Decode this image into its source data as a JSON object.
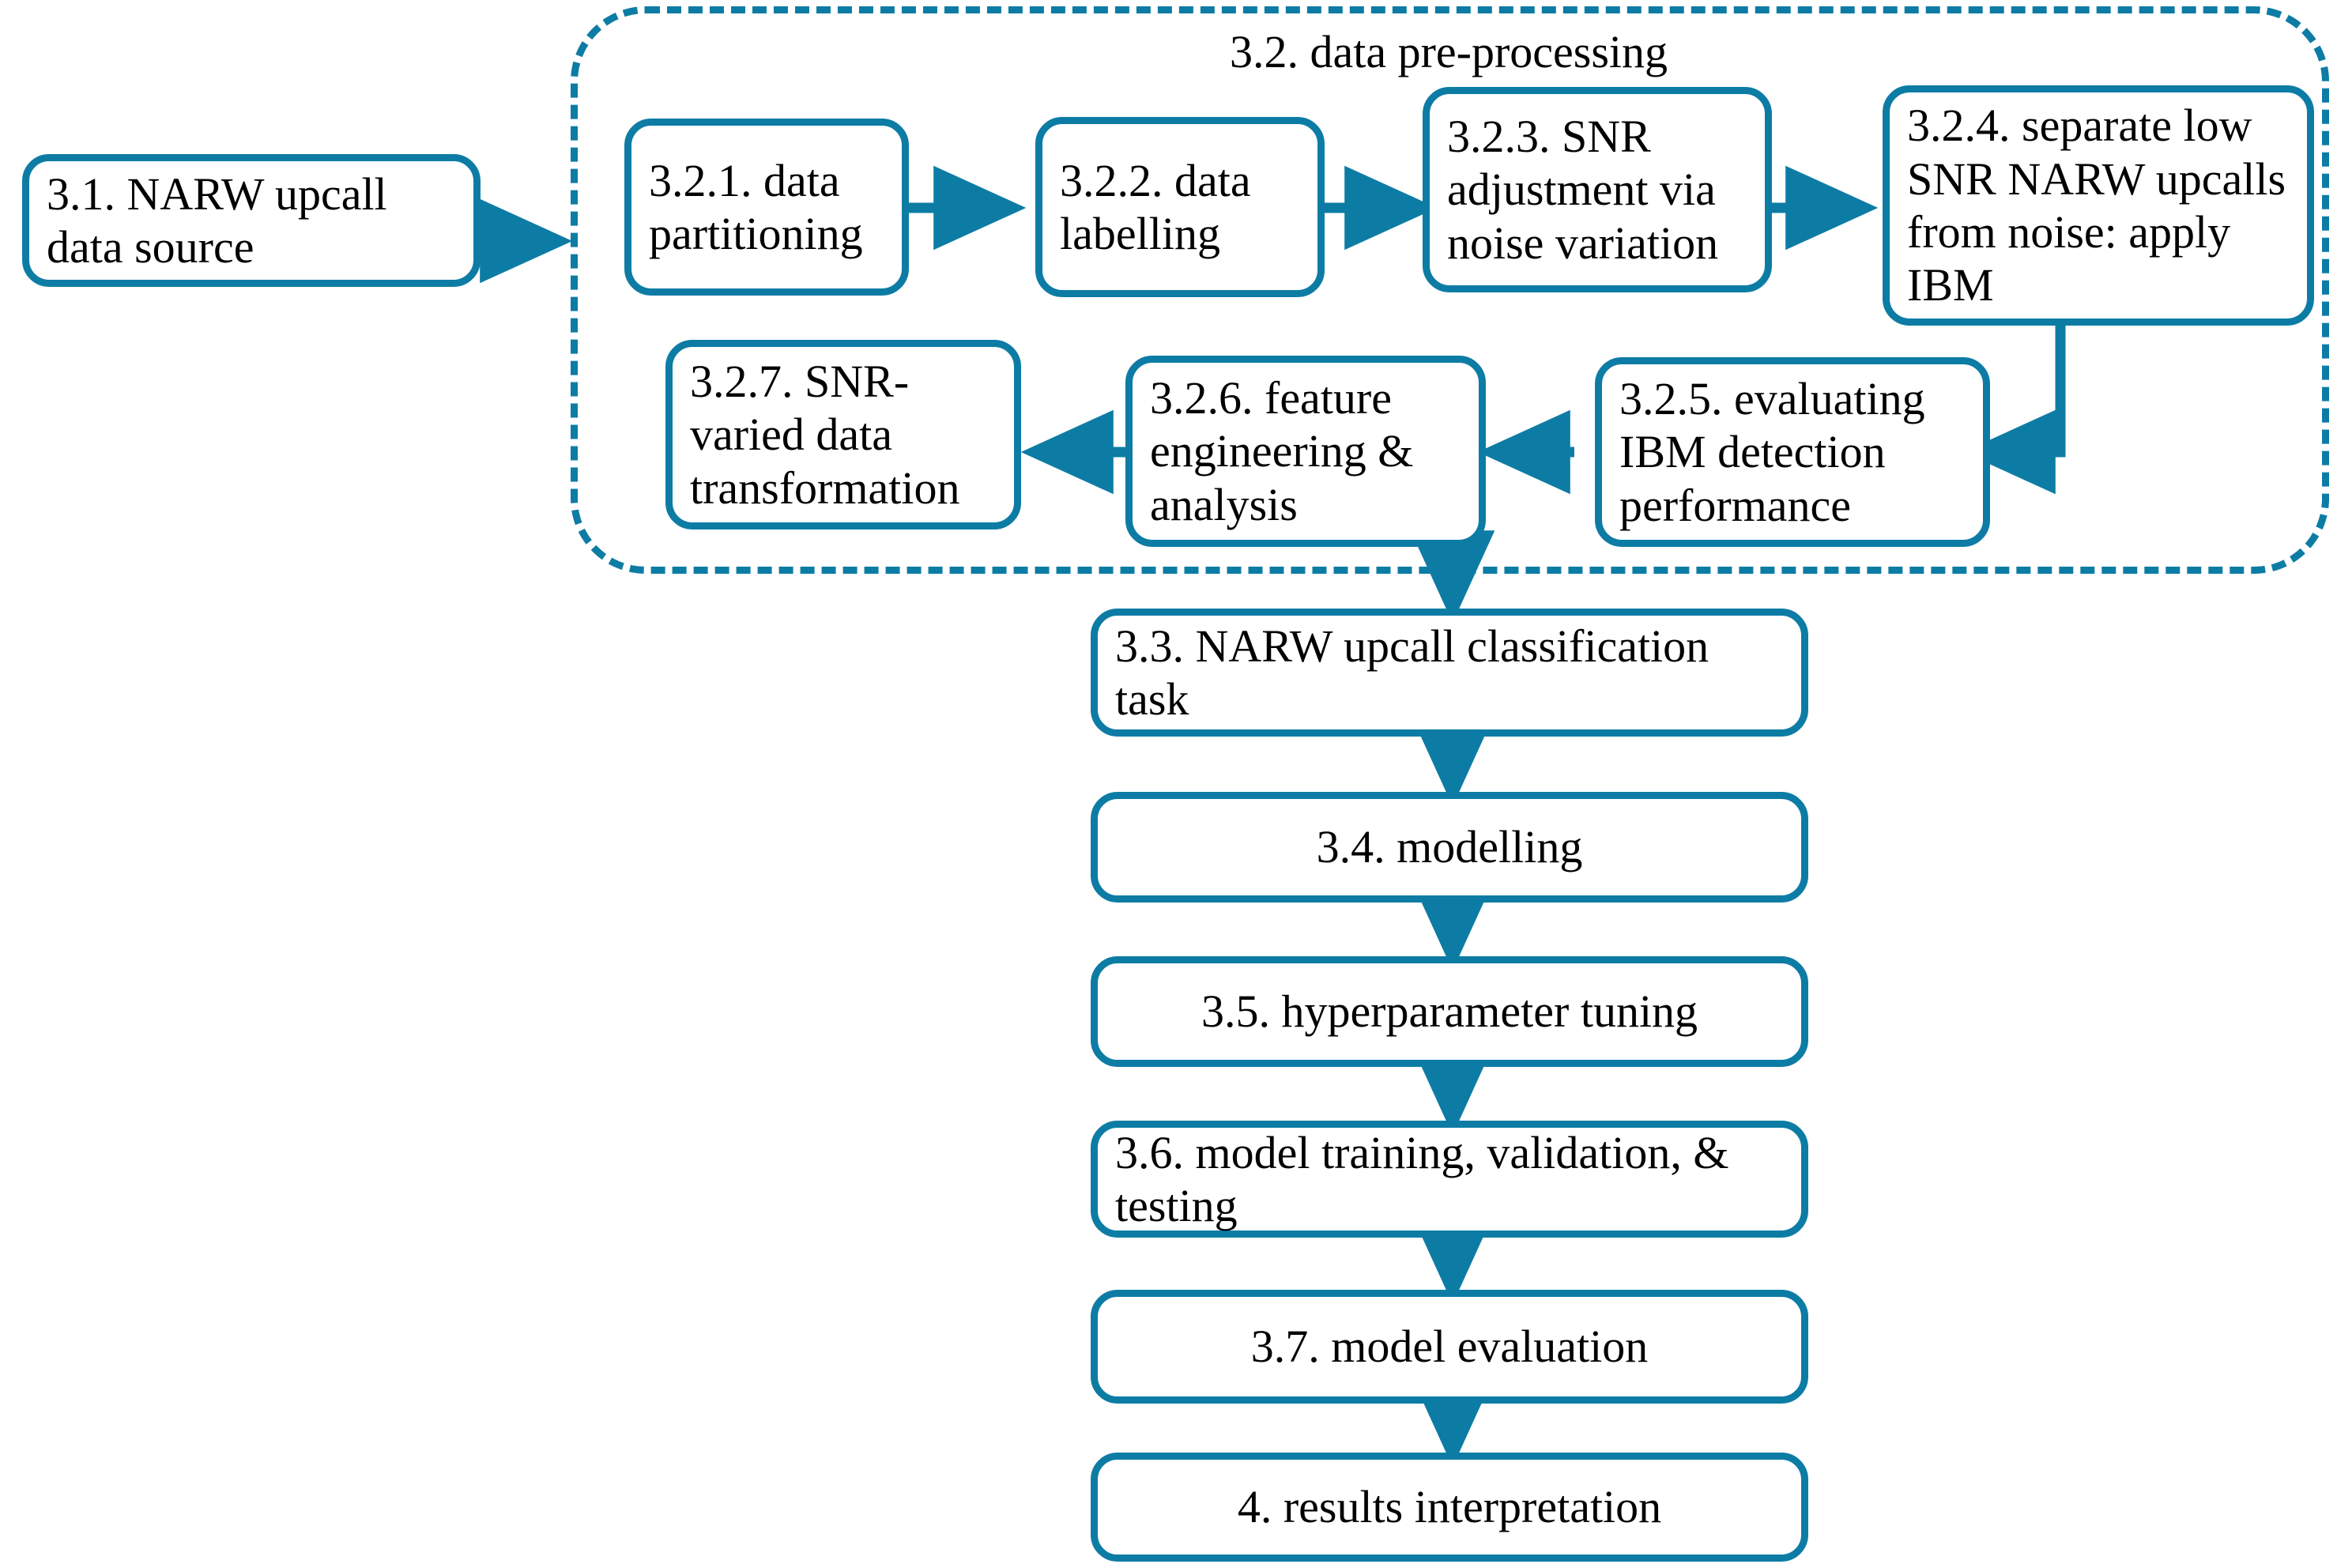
{
  "diagram": {
    "title": "NARW upcall classification methodology flowchart",
    "accent_color": "#0d7ca5",
    "text_color": "#000000",
    "background_color": "#ffffff"
  },
  "group": {
    "label": "3.2. data pre-processing",
    "border_style": "dashed",
    "border_color": "#0d7ca5"
  },
  "nodes": {
    "source": {
      "label": "3.1. NARW upcall data source"
    },
    "p1": {
      "label": "3.2.1. data partitioning"
    },
    "p2": {
      "label": "3.2.2. data labelling"
    },
    "p3": {
      "label": "3.2.3. SNR adjustment via noise variation"
    },
    "p4": {
      "label": "3.2.4. separate low SNR NARW upcalls from noise: apply IBM"
    },
    "p5": {
      "label": "3.2.5. evaluating IBM detection performance"
    },
    "p6": {
      "label": "3.2.6. feature engineering & analysis"
    },
    "p7": {
      "label": "3.2.7. SNR-varied data transformation"
    },
    "s3": {
      "label": "3.3. NARW upcall classification task"
    },
    "s4": {
      "label": "3.4. modelling"
    },
    "s5": {
      "label": "3.5. hyperparameter tuning"
    },
    "s6": {
      "label": "3.6. model training, validation, & testing"
    },
    "s7": {
      "label": "3.7. model evaluation"
    },
    "s8": {
      "label": "4. results interpretation"
    }
  },
  "edges": [
    {
      "name": "source-to-group",
      "from": "3.1. NARW upcall data source",
      "to": "3.2. data pre-processing",
      "direction": "right"
    },
    {
      "name": "p1-to-p2",
      "from": "3.2.1. data partitioning",
      "to": "3.2.2. data labelling",
      "direction": "right"
    },
    {
      "name": "p2-to-p3",
      "from": "3.2.2. data labelling",
      "to": "3.2.3. SNR adjustment via noise variation",
      "direction": "right"
    },
    {
      "name": "p3-to-p4",
      "from": "3.2.3. SNR adjustment via noise variation",
      "to": "3.2.4. separate low SNR NARW upcalls from noise: apply IBM",
      "direction": "right"
    },
    {
      "name": "p4-to-p5",
      "from": "3.2.4. separate low SNR NARW upcalls from noise: apply IBM",
      "to": "3.2.5. evaluating IBM detection performance",
      "direction": "down-then-left"
    },
    {
      "name": "p5-to-p6",
      "from": "3.2.5. evaluating IBM detection performance",
      "to": "3.2.6. feature engineering & analysis",
      "direction": "left"
    },
    {
      "name": "p6-to-p7",
      "from": "3.2.6. feature engineering & analysis",
      "to": "3.2.7. SNR-varied data transformation",
      "direction": "left"
    },
    {
      "name": "group-to-s3",
      "from": "3.2. data pre-processing",
      "to": "3.3. NARW upcall classification task",
      "direction": "down"
    },
    {
      "name": "s3-to-s4",
      "from": "3.3. NARW upcall classification task",
      "to": "3.4. modelling",
      "direction": "down"
    },
    {
      "name": "s4-to-s5",
      "from": "3.4. modelling",
      "to": "3.5. hyperparameter tuning",
      "direction": "down"
    },
    {
      "name": "s5-to-s6",
      "from": "3.5. hyperparameter tuning",
      "to": "3.6. model training, validation, & testing",
      "direction": "down"
    },
    {
      "name": "s6-to-s7",
      "from": "3.6. model training, validation, & testing",
      "to": "3.7. model evaluation",
      "direction": "down"
    },
    {
      "name": "s7-to-s8",
      "from": "3.7. model evaluation",
      "to": "4. results interpretation",
      "direction": "down"
    }
  ]
}
